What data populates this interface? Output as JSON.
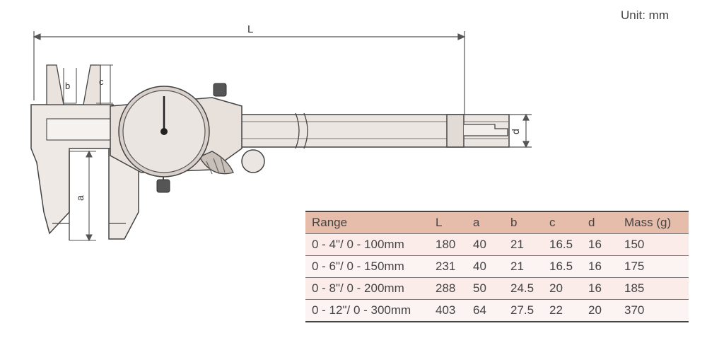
{
  "unit_label": "Unit: mm",
  "dimensions": {
    "L": "L",
    "a": "a",
    "b": "b",
    "c": "c",
    "d": "d"
  },
  "table": {
    "headers": [
      "Range",
      "L",
      "a",
      "b",
      "c",
      "d",
      "Mass (g)"
    ],
    "rows": [
      [
        "0 - 4\"/ 0 - 100mm",
        "180",
        "40",
        "21",
        "16.5",
        "16",
        "150"
      ],
      [
        "0 - 6\"/ 0 - 150mm",
        "231",
        "40",
        "21",
        "16.5",
        "16",
        "175"
      ],
      [
        "0 - 8\"/ 0 - 200mm",
        "288",
        "50",
        "24.5",
        "20",
        "16",
        "185"
      ],
      [
        "0 - 12\"/ 0 - 300mm",
        "403",
        "64",
        "27.5",
        "22",
        "20",
        "370"
      ]
    ]
  }
}
